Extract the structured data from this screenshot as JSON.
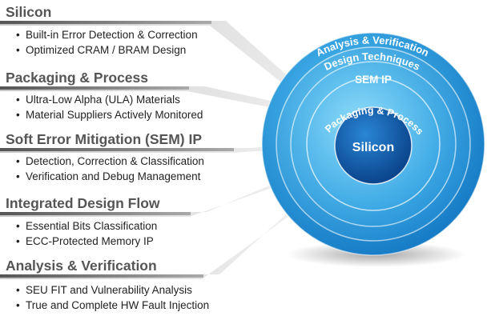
{
  "sections": [
    {
      "title": "Silicon",
      "items": [
        "Built-in Error Detection & Correction",
        "Optimized CRAM / BRAM Design"
      ]
    },
    {
      "title": "Packaging & Process",
      "items": [
        "Ultra-Low Alpha (ULA) Materials",
        "Material Suppliers Actively Monitored"
      ]
    },
    {
      "title": "Soft Error Mitigation (SEM) IP",
      "items": [
        "Detection, Correction & Classification",
        "Verification and Debug Management"
      ]
    },
    {
      "title": "Integrated Design Flow",
      "items": [
        "Essential Bits Classification",
        "ECC-Protected Memory IP"
      ]
    },
    {
      "title": "Analysis & Verification",
      "items": [
        "SEU FIT and Vulnerability Analysis",
        "True and Complete HW Fault Injection"
      ]
    }
  ],
  "rings": {
    "core": "Silicon",
    "ring1": "Packaging & Process",
    "ring2": "SEM IP",
    "ring3": "Design Techniques",
    "ring4": "Analysis & Verification"
  },
  "colors": {
    "ring_outer": "#1e8fd6",
    "ring_mid": "#38b0ec",
    "core": "#0d5aa8",
    "heading": "#555555"
  }
}
